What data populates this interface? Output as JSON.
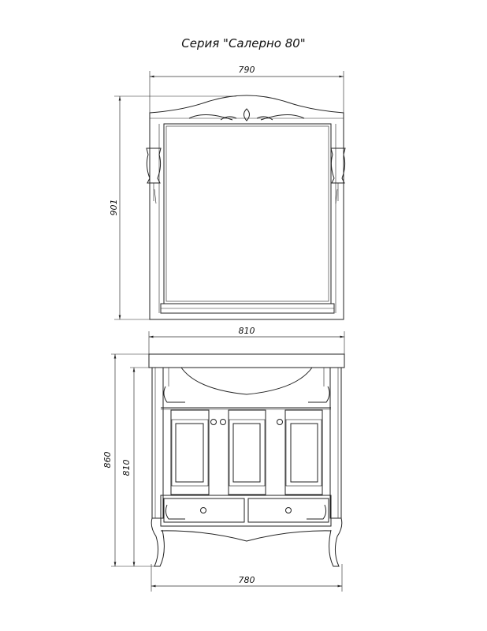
{
  "title": "Серия \"Салерно 80\"",
  "mirror": {
    "width_label": "790",
    "height_label": "901"
  },
  "vanity": {
    "countertop_width_label": "810",
    "total_height_label": "860",
    "body_height_label": "810",
    "base_width_label": "780"
  }
}
